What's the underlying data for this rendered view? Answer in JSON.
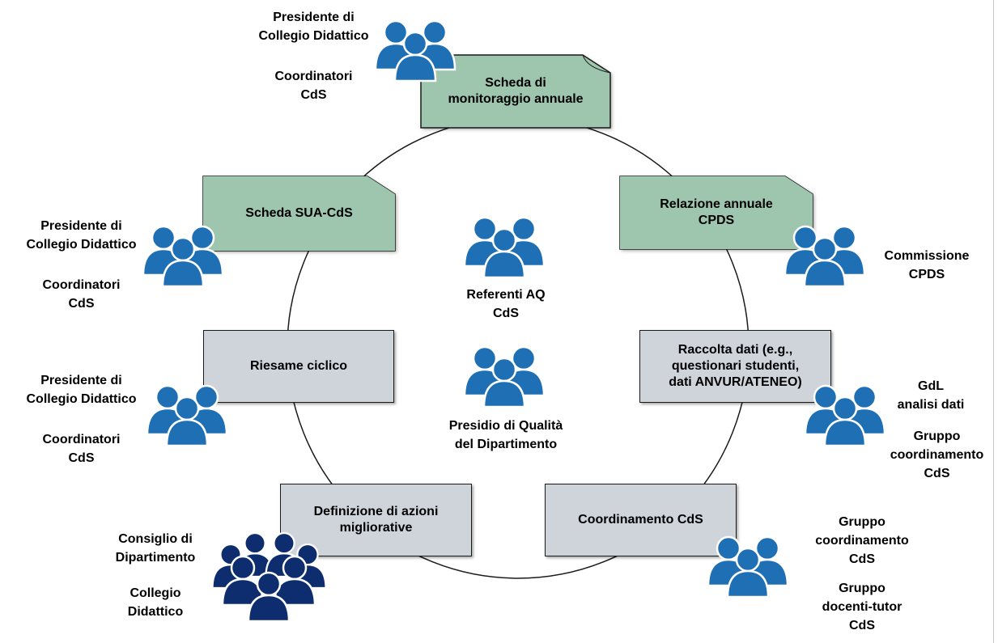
{
  "process_boxes": {
    "scheda_monitoraggio": "Scheda di\nmonitoraggio annuale",
    "relazione_cpds": "Relazione annuale\nCPDS",
    "raccolta_dati": "Raccolta dati (e.g.,\nquestionari studenti,\ndati ANVUR/ATENEO)",
    "coordinamento": "Coordinamento CdS",
    "definizione_azioni": "Definizione di azioni\nmigliorative",
    "riesame": "Riesame ciclico",
    "scheda_sua": "Scheda SUA-CdS"
  },
  "actors": {
    "top_presidente": "Presidente di\nCollegio Didattico",
    "top_coordinatori": "Coordinatori\nCdS",
    "left_presidente": "Presidente di\nCollegio Didattico",
    "left_coordinatori": "Coordinatori\nCdS",
    "midleft_presidente": "Presidente di\nCollegio Didattico",
    "midleft_coordinatori": "Coordinatori\nCdS",
    "consiglio": "Consiglio di\nDipartimento",
    "collegio": "Collegio\nDidattico",
    "commissione": "Commissione\nCPDS",
    "gdl": "GdL\nanalisi dati",
    "gruppo_coord_right": "Gruppo\ncoordinamento\nCdS",
    "gruppo_coord_bottom": "Gruppo\ncoordinamento\nCdS",
    "gruppo_docenti": "Gruppo\ndocenti-tutor\nCdS",
    "referenti": "Referenti AQ\nCdS",
    "presidio": "Presidio di Qualità\ndel Dipartimento"
  },
  "colors": {
    "people_blue": "#1f6fb5",
    "people_dark": "#0d2d6e",
    "box_gray": "#cfd4db",
    "box_green": "#9ec5ad"
  },
  "icons": {
    "people_group": "three-people-icon",
    "people_crowd": "crowd-icon"
  }
}
